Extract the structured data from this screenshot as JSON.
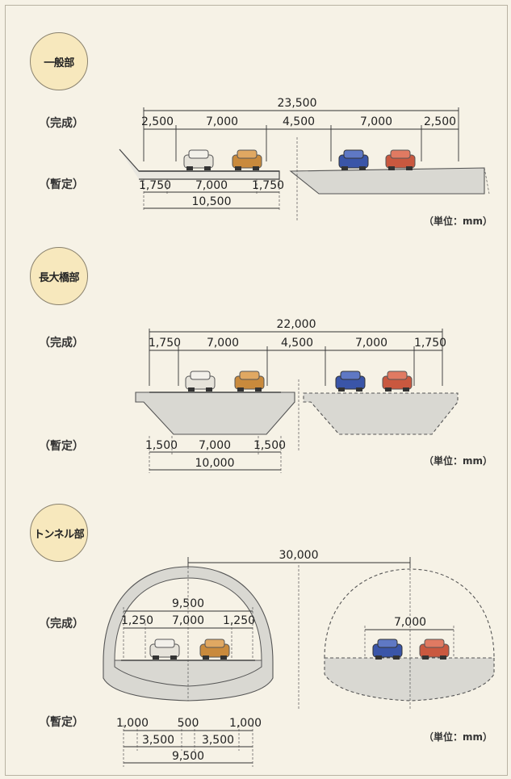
{
  "sections": {
    "general": {
      "title": "一般部",
      "complete_label": "（完成）",
      "provisional_label": "（暫定）",
      "unit": "（単位：mm）",
      "complete_dims": [
        "23,500",
        "2,500",
        "7,000",
        "4,500",
        "7,000",
        "2,500"
      ],
      "provisional_dims": [
        "1,750",
        "7,000",
        "1,750",
        "10,500"
      ]
    },
    "bridge": {
      "title": "長大橋部",
      "complete_label": "（完成）",
      "provisional_label": "（暫定）",
      "unit": "（単位：mm）",
      "complete_dims": [
        "22,000",
        "1,750",
        "7,000",
        "4,500",
        "7,000",
        "1,750"
      ],
      "provisional_dims": [
        "1,500",
        "7,000",
        "1,500",
        "10,000"
      ]
    },
    "tunnel": {
      "title": "トンネル部",
      "complete_label": "（完成）",
      "provisional_label": "（暫定）",
      "unit": "（単位：mm）",
      "span_dim": "30,000",
      "complete_dims": [
        "9,500",
        "1,250",
        "7,000",
        "1,250",
        "7,000"
      ],
      "provisional_dims": [
        "1,000",
        "500",
        "1,000",
        "3,500",
        "3,500",
        "9,500"
      ]
    }
  },
  "colors": {
    "car_white": "#e6e3da",
    "car_orange": "#c98a3c",
    "car_blue": "#3a55a8",
    "car_red": "#c9583f",
    "concrete": "#d9d8d2",
    "badge": "#f7e8bd"
  }
}
